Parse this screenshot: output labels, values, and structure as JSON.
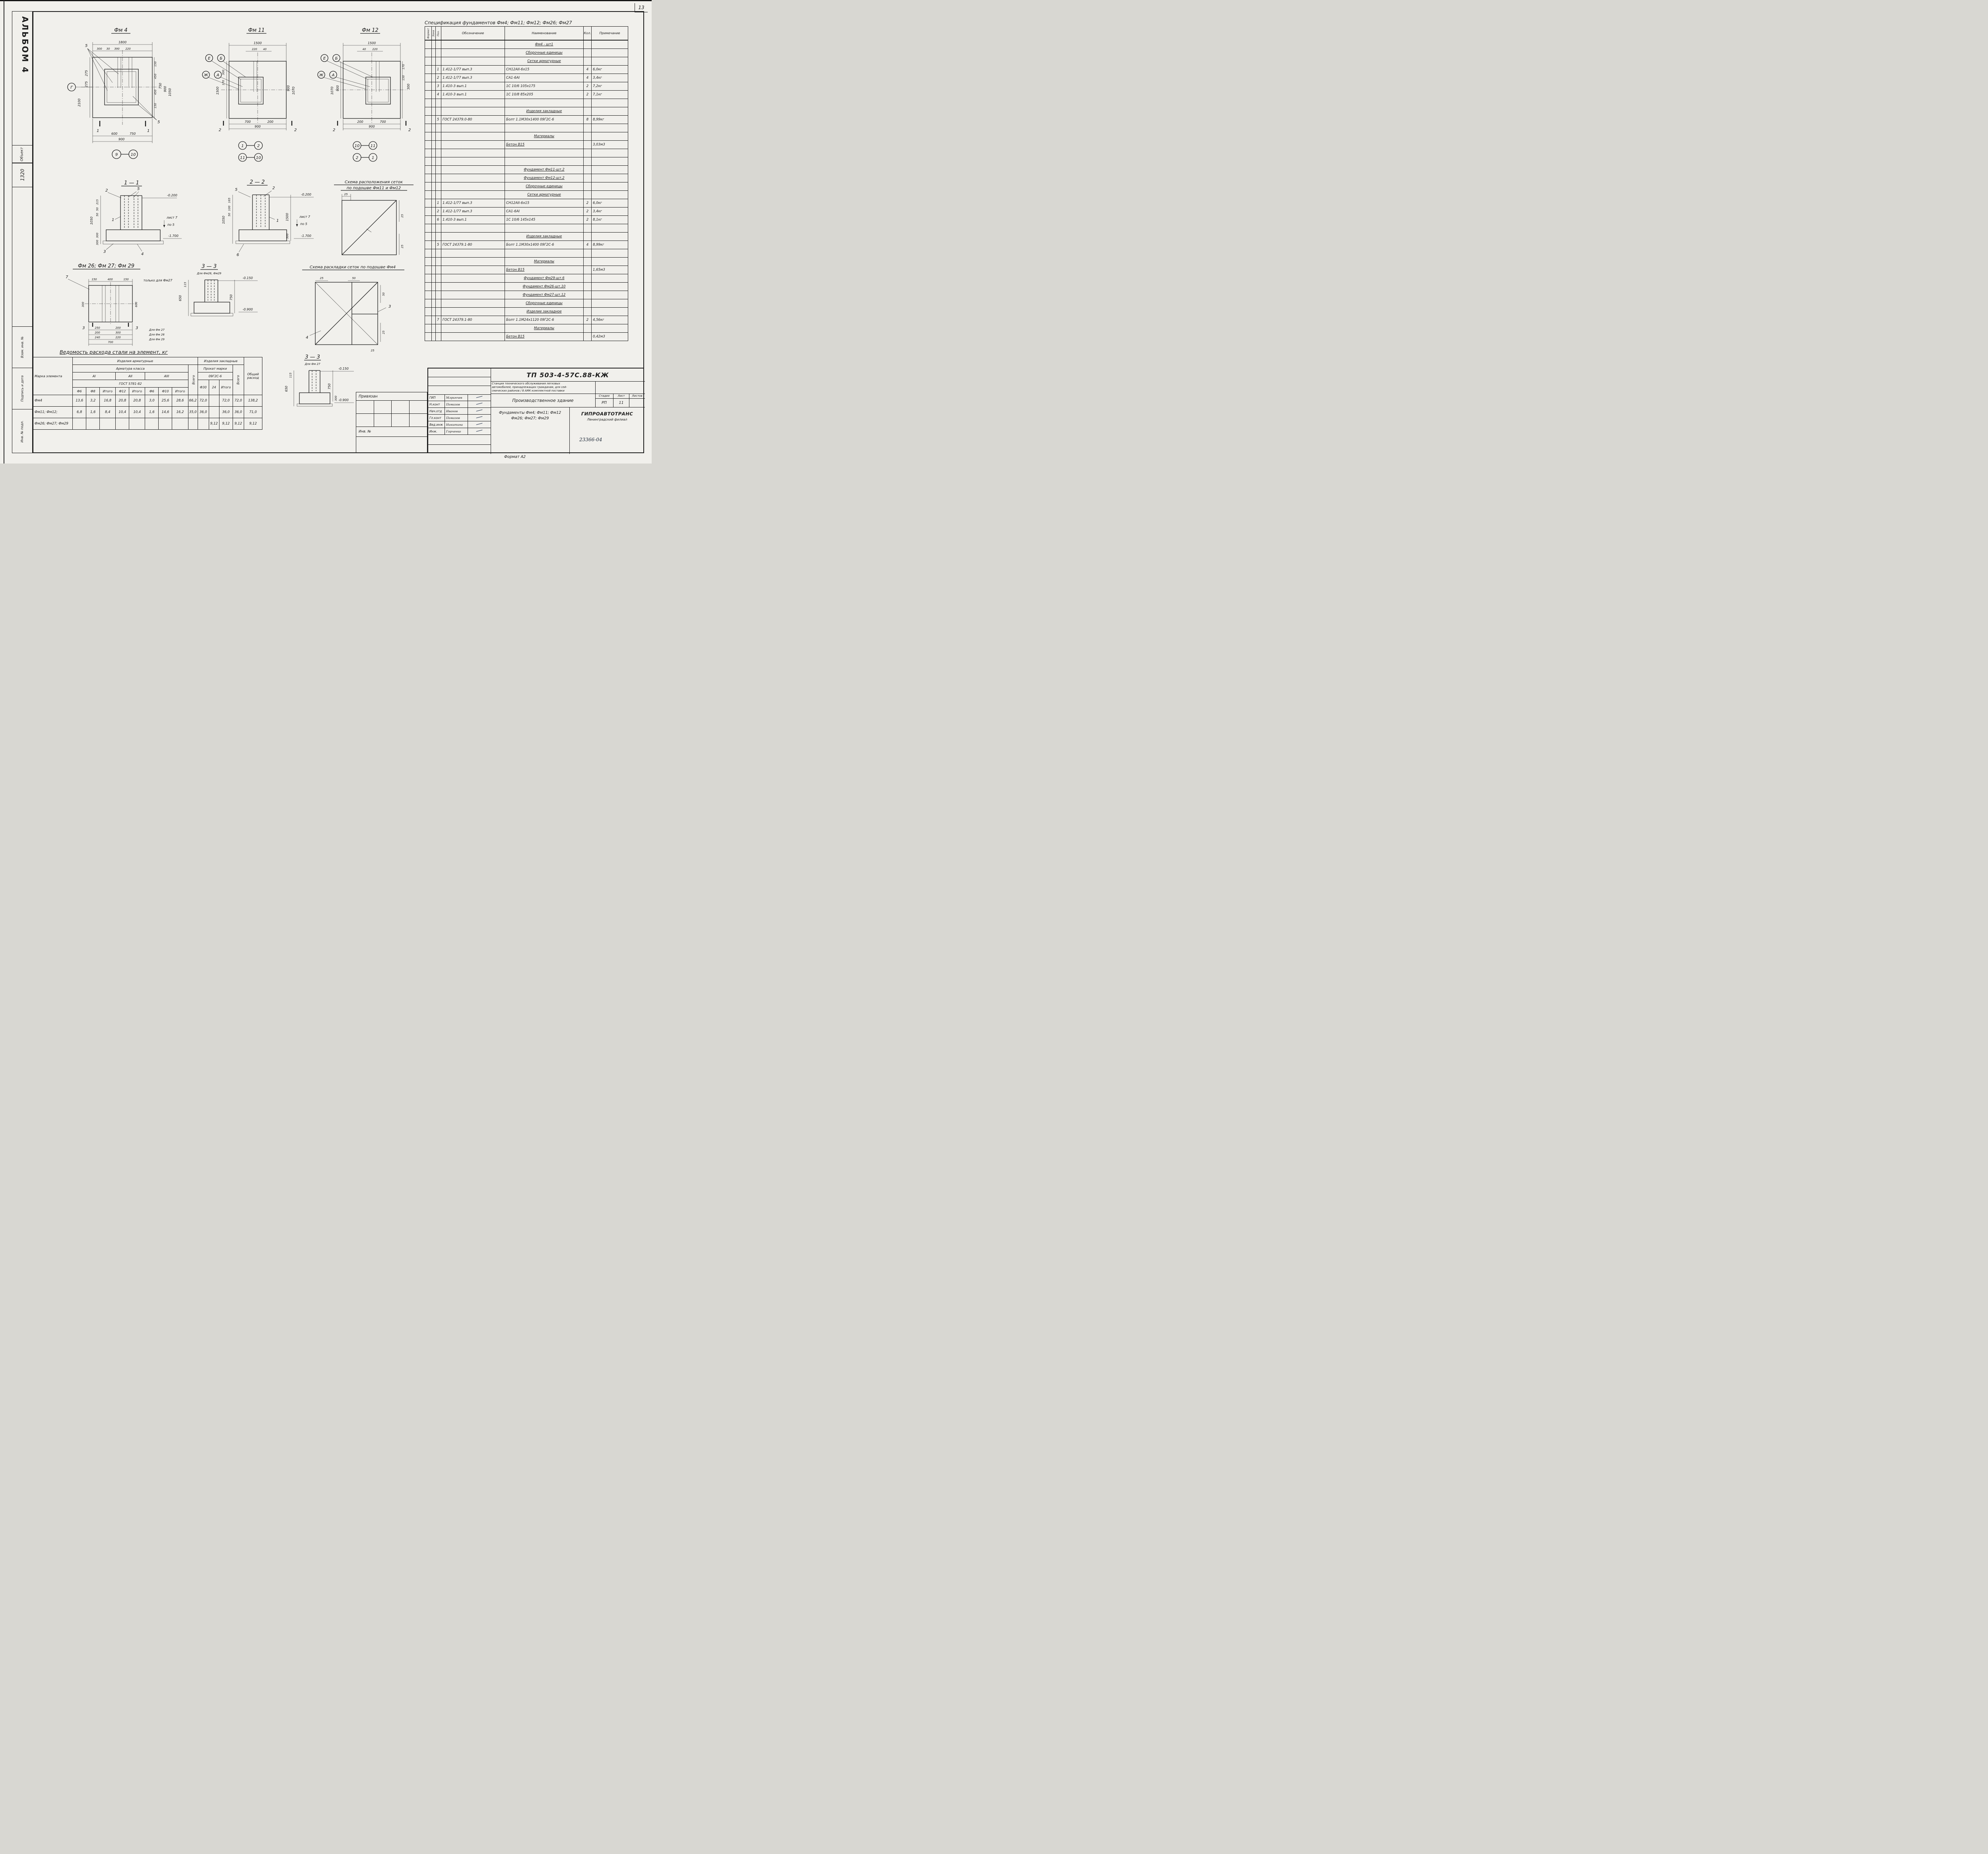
{
  "page": {
    "number": "13",
    "album": "АЛЬБОМ 4",
    "object_label": "Объект",
    "object_value": "1320",
    "stamp_vzam": "Взам. инв. №",
    "stamp_podpis": "Подпись и дата",
    "stamp_inv": "Инв. № подл.",
    "format_note": "Формат А2",
    "doc_note": "23366-04"
  },
  "d": {
    "fm4": {
      "title": "Фм 4",
      "t1": "1800",
      "t2": "300",
      "t3": "30",
      "t4": "390",
      "t5": "220",
      "l1": "275",
      "l2": "275",
      "l3": "2100",
      "axis": "Г",
      "r1": "150",
      "r2": "450",
      "r3": "450",
      "r4": "150",
      "r5": "750",
      "r6": "900",
      "r7": "1050",
      "b1": "600",
      "b2": "750",
      "b3": "900",
      "n5": "5",
      "sec": "1",
      "c1": "9",
      "c2": "10"
    },
    "fm11": {
      "title": "Фм 11",
      "t1": "1500",
      "t2": "220",
      "t3": "40",
      "axE": "Е",
      "axB": "Б",
      "axZh": "Ж",
      "axA": "А",
      "l1": "1500",
      "l2": "300",
      "l3": "170",
      "r1": "900",
      "r2": "1070",
      "b1": "700",
      "b2": "200",
      "b3": "900",
      "sec": "2",
      "c1": "1",
      "c2": "2",
      "c3": "11",
      "c4": "10"
    },
    "fm12": {
      "title": "Фм 12",
      "t1": "1500",
      "t2": "40",
      "t3": "220",
      "axE": "Е",
      "axB": "Б",
      "axZh": "Ж",
      "axA": "А",
      "l1": "1070",
      "l2": "900",
      "r1": "170",
      "r2": "150",
      "r3": "300",
      "b1": "200",
      "b2": "700",
      "b3": "900",
      "sec": "2",
      "c1": "10",
      "c2": "11",
      "c3": "2",
      "c4": "1"
    },
    "s11": {
      "title": "1 — 1",
      "m1": "-0.200",
      "m2": "-1.700",
      "l1": "215",
      "l2": "50",
      "l3": "50",
      "l4": "1050",
      "l5": "300",
      "l6": "300",
      "note1": "лист 7",
      "note2": "по 5",
      "n1": "1",
      "n2": "2",
      "n3": "3",
      "n4": "4",
      "n5": "5"
    },
    "s22": {
      "title": "2 — 2",
      "m1": "-0.200",
      "m2": "-1.700",
      "l1": "165",
      "l2": "100",
      "l3": "50",
      "l4": "1050",
      "r1": "1500",
      "r2": "300",
      "note1": "лист 7",
      "note2": "по 5",
      "n1": "1",
      "n2": "2",
      "n5": "5",
      "n6": "6"
    },
    "mesh1112": {
      "title1": "Схема расположения сеток",
      "title2": "по подошве Фм11 и Фм12",
      "d1": "25",
      "d2": "25",
      "d3": "25"
    },
    "fm26": {
      "title": "Фм 26; Фм 27; Фм 29",
      "t1": "150",
      "t2": "400",
      "t3": "150",
      "note": "только для Фм27",
      "l1": "300",
      "r1": "600",
      "n7": "7",
      "sec": "3",
      "r27a": "250",
      "r27b": "200",
      "c27": "Для Фм 27",
      "r26a": "200",
      "r26b": "300",
      "c26": "Для Фм 26",
      "r29a": "240",
      "r29b": "220",
      "c29": "Для Фм 29",
      "total": "700"
    },
    "s33a": {
      "title": "3 — 3",
      "sub": "Для Фм26, Фм29",
      "m1": "-0.150",
      "m2": "-0.900",
      "l1": "115",
      "l2": "650",
      "r1": "750"
    },
    "mesh4": {
      "title": "Схема раскладки сеток по подошве Фм4",
      "d1": "25",
      "d2": "50",
      "d3": "50",
      "d4": "25",
      "d5": "25",
      "n3": "3",
      "n4": "4"
    },
    "s33b": {
      "title": "3 — 3",
      "sub": "Для Фм 27",
      "m1": "-0.150",
      "m2": "-0.900",
      "l1": "115",
      "l2": "650",
      "r1": "750",
      "b1": "300"
    }
  },
  "spec": {
    "title": "Спецификация фундаментов Фм4; Фм11; Фм12; Фм26; Фм27",
    "cols": {
      "format": "Формат",
      "zona": "Зона",
      "poz": "Поз.",
      "ob": "Обозначение",
      "na": "Наименование",
      "kol": "Кол.",
      "prim": "Примечание"
    },
    "rows": [
      {
        "h": "Фм4 - шт1"
      },
      {
        "h": "Сборочные единицы"
      },
      {
        "h": "Сетки арматурные"
      },
      {
        "poz": "1",
        "ob": "1.412-1/77 вып.3",
        "na": "СН12АII-6х15",
        "kol": "4",
        "pr": "6,0кг"
      },
      {
        "poz": "2",
        "ob": "1.412-1/77 вып.3",
        "na": "СА1-6АI",
        "kol": "4",
        "pr": "3,4кг"
      },
      {
        "poz": "3",
        "ob": "1.410-3 вып.1",
        "na": "1С 10/6 105х175",
        "kol": "2",
        "pr": "7,2кг"
      },
      {
        "poz": "4",
        "ob": "1.410-3 вып.1",
        "na": "1С 10/8 85х205",
        "kol": "2",
        "pr": "7,1кг"
      },
      {},
      {
        "h": "Изделия закладные"
      },
      {
        "poz": "5",
        "ob": "ГОСТ 24379.0-80",
        "na": "Болт 1.1М30х1400 09Г2С-6",
        "kol": "8",
        "pr": "8,99кг"
      },
      {},
      {
        "h": "Материалы"
      },
      {
        "na": "Бетон В15",
        "u": true,
        "pr": "3,03м3"
      },
      {},
      {},
      {
        "h": "Фундамент Фм11-шт.2"
      },
      {
        "h": "Фундамент Фм12-шт.2"
      },
      {
        "h": "Сборочные единицы"
      },
      {
        "h": "Сетки арматурные"
      },
      {
        "poz": "1",
        "ob": "1.412-1/77 вып.3",
        "na": "СН12АII-6х15",
        "kol": "2",
        "pr": "6,0кг"
      },
      {
        "poz": "2",
        "ob": "1.412-1/77 вып.3",
        "na": "СА1-6АI",
        "kol": "2",
        "pr": "3,4кг"
      },
      {
        "poz": "6",
        "ob": "1.410-3 вып.1",
        "na": "1С 10/6 145х145",
        "kol": "2",
        "pr": "8,1кг"
      },
      {},
      {
        "h": "Изделия закладные"
      },
      {
        "poz": "5",
        "ob": "ГОСТ 24379.1-80",
        "na": "Болт 1.1М30х1400 09Г2С-6",
        "kol": "4",
        "pr": "8,99кг"
      },
      {},
      {
        "h": "Материалы"
      },
      {
        "na": "Бетон В15",
        "u": true,
        "pr": "1,65м3"
      },
      {
        "h": "Фундамент Фм29-шт.6"
      },
      {
        "h": "Фундамент Фм26-шт.10"
      },
      {
        "h": "Фундамент Фм27-шт.12"
      },
      {
        "h": "Сборочные единицы"
      },
      {
        "h": "Изделие закладное"
      },
      {
        "poz": "7",
        "ob": "ГОСТ 24379.1-80",
        "na": "Болт 1.1М24х1120 09Г2С-6",
        "kol": "2",
        "pr": "4,56кг"
      },
      {
        "h": "Материалы"
      },
      {
        "na": "Бетон В15",
        "u": true,
        "pr": "0,42м3"
      }
    ]
  },
  "steel": {
    "title": "Ведомость расхода стали на элемент, кг",
    "h": {
      "marka": "Марка элемента",
      "arm": "Изделия арматурные",
      "zakl": "Изделия закладные",
      "klass": "Арматура класса",
      "prokat": "Прокат марки",
      "steel_mark": "09Г2С-6",
      "a1": "АI",
      "a2": "АII",
      "a3": "АIII",
      "gost": "ГОСТ 5781-82",
      "vsego": "Всего",
      "vsego2": "Всего",
      "obshchiy": "Общий расход",
      "sub": [
        "Ф6",
        "Ф8",
        "Итого",
        "Ф12",
        "Итого",
        "Ф6",
        "Ф10",
        "Итого"
      ],
      "subz": [
        "Ф30",
        "24",
        "Итого"
      ]
    },
    "rows": [
      {
        "marka": "Фм4",
        "v": [
          "13,6",
          "3,2",
          "16,8",
          "20,8",
          "20,8",
          "3,0",
          "25,6",
          "28,6",
          "66,2",
          "72,0",
          "",
          "72,0",
          "72,0",
          "138,2"
        ]
      },
      {
        "marka": "Фм11; Фм12;",
        "v": [
          "6,8",
          "1,6",
          "8,4",
          "10,4",
          "10,4",
          "1,6",
          "14,6",
          "16,2",
          "35,0",
          "36,0",
          "",
          "36,0",
          "36,0",
          "71,0"
        ]
      },
      {
        "marka": "Фм26; Фм27; Фм29",
        "v": [
          "",
          "",
          "",
          "",
          "",
          "",
          "",
          "",
          "",
          "",
          "9,12",
          "9,12",
          "9,12",
          "9,12"
        ]
      }
    ]
  },
  "tb": {
    "doc": "ТП 503-4-57С.88-КЖ",
    "desc1": "Станция технического обслуживания легковых",
    "desc2": "автомобилей, принадлежащих гражданам, для сей-",
    "desc3": "смических районов / 8 АМК комплектной поставки",
    "building": "Производственное здание",
    "sheet1": "Фундаменты Фм4; Фм11; Фм12",
    "sheet2": "Фм26; Фм27; Фм29",
    "stadia": "Стадия",
    "list": "Лист",
    "listov": "Листов",
    "stadia_v": "РП",
    "list_v": "11",
    "listov_v": "",
    "org1": "ГИПРОАВТОТРАНС",
    "org2": "Ленинградский филиал",
    "privyazan": "Привязан",
    "inv": "Инв. №",
    "roles": [
      {
        "r": "ГИП",
        "n": "Млринчев"
      },
      {
        "r": "Н.конт",
        "n": "Помазов"
      },
      {
        "r": "Нач.отд",
        "n": "Иванов"
      },
      {
        "r": "Гл.конт",
        "n": "Помазов"
      },
      {
        "r": "Вед.инж",
        "n": "Никитина"
      },
      {
        "r": "Инж.",
        "n": "Горченко"
      }
    ]
  }
}
